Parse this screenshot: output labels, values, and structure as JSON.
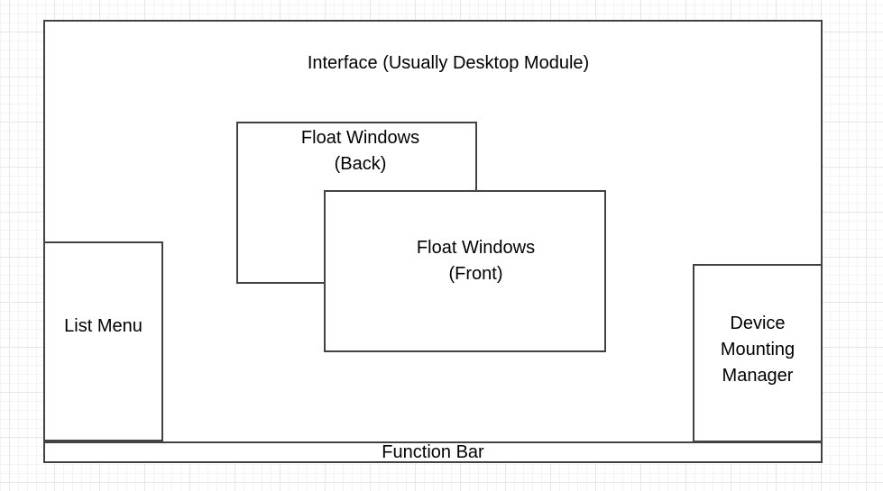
{
  "colors": {
    "background": "#ffffff",
    "grid_minor": "#f4f4f4",
    "grid_major": "#e7e7e7",
    "box_fill": "#ffffff",
    "box_border": "#424242",
    "text": "#000000"
  },
  "diagram": {
    "interface": {
      "label": "Interface (Usually Desktop Module)"
    },
    "float_back": {
      "lines": [
        "Float Windows",
        "(Back)"
      ]
    },
    "float_front": {
      "lines": [
        "Float Windows",
        "(Front)"
      ]
    },
    "list_menu": {
      "label": "List Menu"
    },
    "device_manager": {
      "lines": [
        "Device",
        "Mounting",
        "Manager"
      ]
    },
    "function_bar": {
      "label": "Function Bar"
    }
  }
}
